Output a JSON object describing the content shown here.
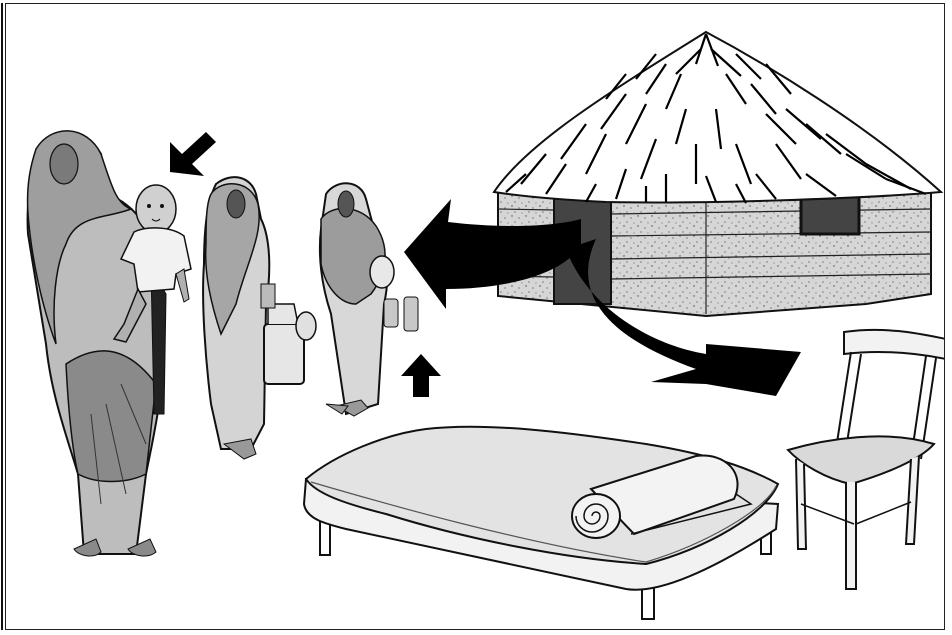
{
  "illustration": {
    "figures": [
      "woman-with-child",
      "woman-with-jerrycan",
      "woman-with-containers"
    ],
    "objects": [
      "thatched-hut",
      "bed-with-rolled-mat",
      "chair"
    ],
    "arrows": [
      "arrow-down-left-to-child",
      "arrow-up-to-woman",
      "arrow-hut-to-people",
      "arrow-hut-to-furniture"
    ],
    "colors": {
      "outline": "#111111",
      "light_gray": "#d9d9d9",
      "mid_gray": "#a9a9a9",
      "dark_gray": "#5a5a5a",
      "arrow": "#000000",
      "hut_wall": "#cfcfcf",
      "background": "#ffffff"
    }
  }
}
